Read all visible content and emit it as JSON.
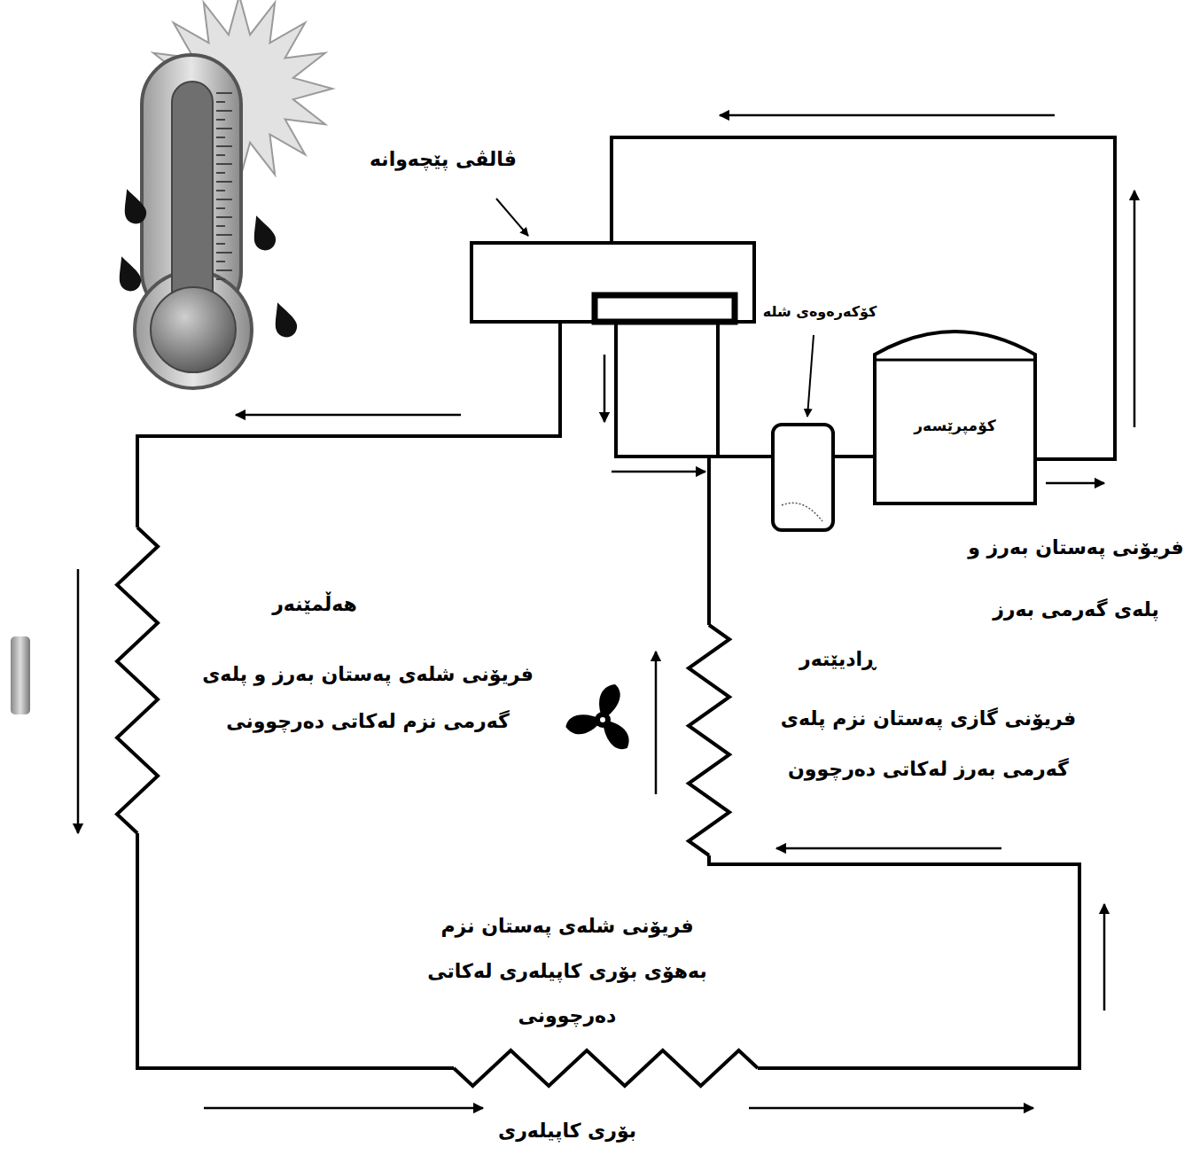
{
  "diagram": {
    "nodes": [
      {
        "text": [
          "ڤالڤی پێچەوانە"
        ]
      },
      {
        "text": [
          "کۆکەرەوەی شلە"
        ]
      },
      {
        "text": [
          "کۆمپرێسەر"
        ]
      },
      {
        "text": [
          "هەڵمێنەر",
          "فریۆنی شلەی پەستان بەرز و پلەی گەرمی نزم لەکاتی دەرچوونی"
        ]
      },
      {
        "text": [
          "ڕادیێتەر",
          "فریۆنی گازی پەستان نزم پلەی گەرمی بەرز لەکاتی دەرچوون"
        ]
      },
      {
        "text": [
          "بۆری کاپیلەری",
          "فریۆنی شلەی پەستان نزم بەهۆی بۆری کاپیلەری لەکاتی دەرچوونی"
        ]
      }
    ],
    "edges": [
      {
        "from": 2,
        "to": 0,
        "arrow": "none"
      },
      {
        "from": 0,
        "to": 3,
        "arrow": "none"
      },
      {
        "from": 3,
        "to": 5,
        "arrow": "none"
      },
      {
        "from": 5,
        "to": 4,
        "arrow": "none"
      },
      {
        "from": 4,
        "to": 1,
        "arrow": "none"
      },
      {
        "from": 0,
        "to": 1,
        "arrow": "none"
      },
      {
        "from": 1,
        "to": 2,
        "arrow": "none"
      }
    ],
    "labels": [
      "فریۆنی پەستان بەرز و پلەی گەرمی بەرز"
    ]
  }
}
